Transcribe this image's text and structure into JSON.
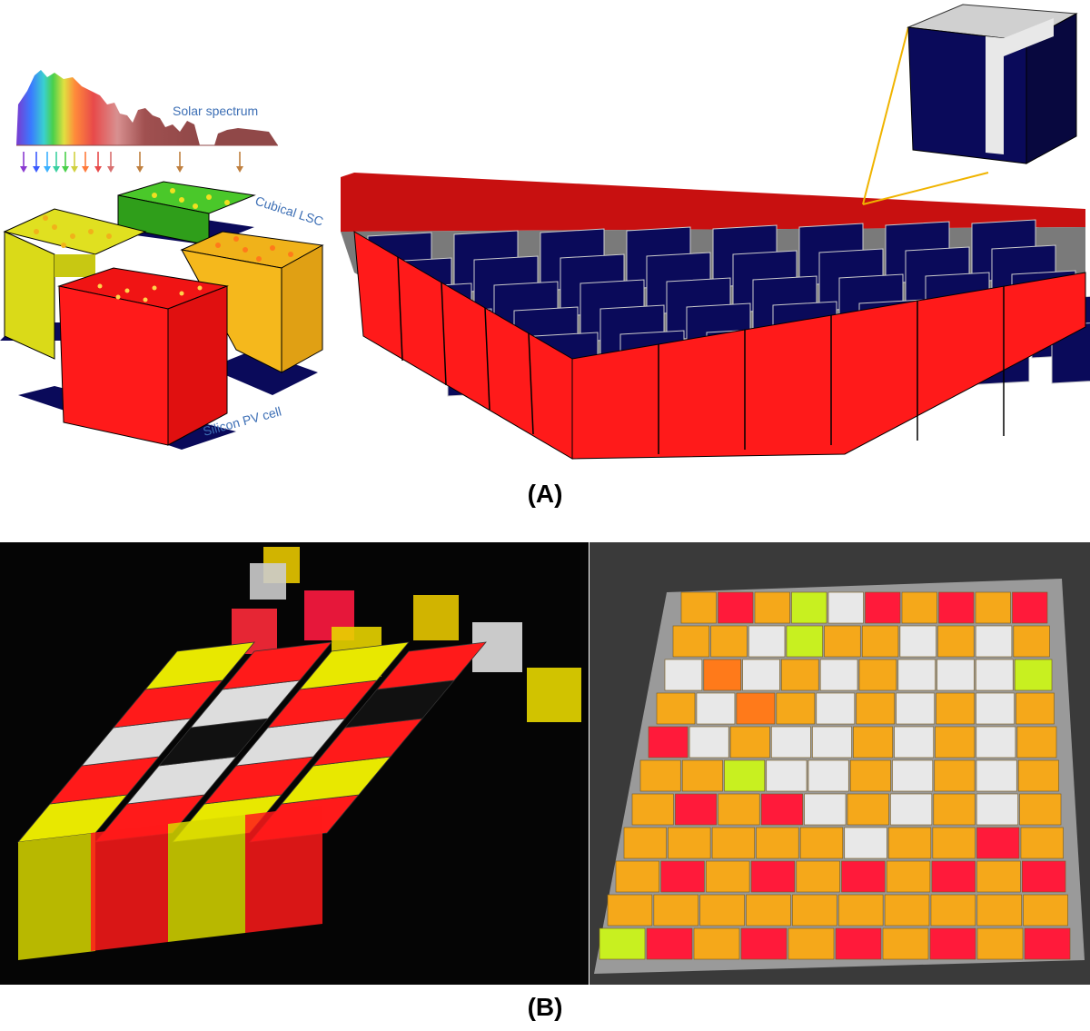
{
  "panel_a": {
    "label": "(A)",
    "spectrum_label": "Solar spectrum",
    "lsc_label": "Cubical LSC",
    "pv_label": "Silicon PV cell"
  },
  "panel_b": {
    "label": "(B)"
  },
  "colors": {
    "red": "#ff1a1a",
    "yellow": "#e8e81a",
    "orange": "#f0b21a",
    "green": "#3fbf1a",
    "navy": "#0a0a5a",
    "caption_blue": "#3d6fb5",
    "highlight": "#f0b400"
  }
}
